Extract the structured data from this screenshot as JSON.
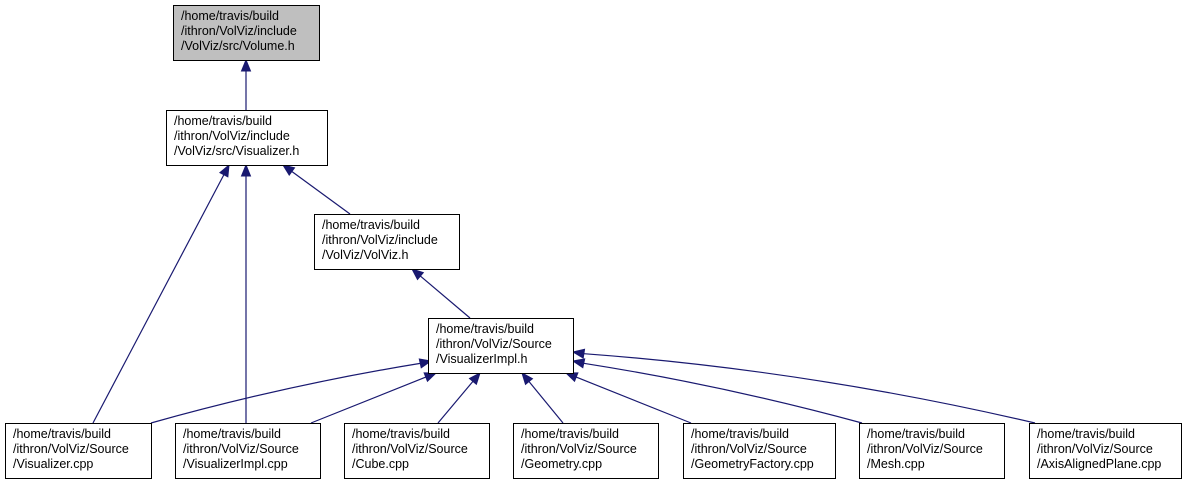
{
  "colors": {
    "highlight_fill": "#bfbfbf",
    "node_fill": "#ffffff",
    "edge": "#191970"
  },
  "nodes": [
    {
      "id": "volume-h",
      "lines": [
        "/home/travis/build",
        "/ithron/VolViz/include",
        "/VolViz/src/Volume.h"
      ],
      "highlighted": true
    },
    {
      "id": "visualizer-h",
      "lines": [
        "/home/travis/build",
        "/ithron/VolViz/include",
        "/VolViz/src/Visualizer.h"
      ],
      "highlighted": false
    },
    {
      "id": "volviz-h",
      "lines": [
        "/home/travis/build",
        "/ithron/VolViz/include",
        "/VolViz/VolViz.h"
      ],
      "highlighted": false
    },
    {
      "id": "visualizerimpl-h",
      "lines": [
        "/home/travis/build",
        "/ithron/VolViz/Source",
        "/VisualizerImpl.h"
      ],
      "highlighted": false
    },
    {
      "id": "visualizer-cpp",
      "lines": [
        "/home/travis/build",
        "/ithron/VolViz/Source",
        "/Visualizer.cpp"
      ],
      "highlighted": false
    },
    {
      "id": "visualizerimpl-cpp",
      "lines": [
        "/home/travis/build",
        "/ithron/VolViz/Source",
        "/VisualizerImpl.cpp"
      ],
      "highlighted": false
    },
    {
      "id": "cube-cpp",
      "lines": [
        "/home/travis/build",
        "/ithron/VolViz/Source",
        "/Cube.cpp"
      ],
      "highlighted": false
    },
    {
      "id": "geometry-cpp",
      "lines": [
        "/home/travis/build",
        "/ithron/VolViz/Source",
        "/Geometry.cpp"
      ],
      "highlighted": false
    },
    {
      "id": "geometryfactory-cpp",
      "lines": [
        "/home/travis/build",
        "/ithron/VolViz/Source",
        "/GeometryFactory.cpp"
      ],
      "highlighted": false
    },
    {
      "id": "mesh-cpp",
      "lines": [
        "/home/travis/build",
        "/ithron/VolViz/Source",
        "/Mesh.cpp"
      ],
      "highlighted": false
    },
    {
      "id": "axisalignedplane-cpp",
      "lines": [
        "/home/travis/build",
        "/ithron/VolViz/Source",
        "/AxisAlignedPlane.cpp"
      ],
      "highlighted": false
    }
  ],
  "edges": [
    {
      "from": "visualizer-h",
      "to": "volume-h"
    },
    {
      "from": "visualizer-cpp",
      "to": "visualizer-h"
    },
    {
      "from": "visualizerimpl-cpp",
      "to": "visualizer-h"
    },
    {
      "from": "volviz-h",
      "to": "visualizer-h"
    },
    {
      "from": "visualizerimpl-h",
      "to": "volviz-h"
    },
    {
      "from": "visualizer-cpp",
      "to": "visualizerimpl-h"
    },
    {
      "from": "visualizerimpl-cpp",
      "to": "visualizerimpl-h"
    },
    {
      "from": "cube-cpp",
      "to": "visualizerimpl-h"
    },
    {
      "from": "geometry-cpp",
      "to": "visualizerimpl-h"
    },
    {
      "from": "geometryfactory-cpp",
      "to": "visualizerimpl-h"
    },
    {
      "from": "mesh-cpp",
      "to": "visualizerimpl-h"
    },
    {
      "from": "axisalignedplane-cpp",
      "to": "visualizerimpl-h"
    }
  ]
}
